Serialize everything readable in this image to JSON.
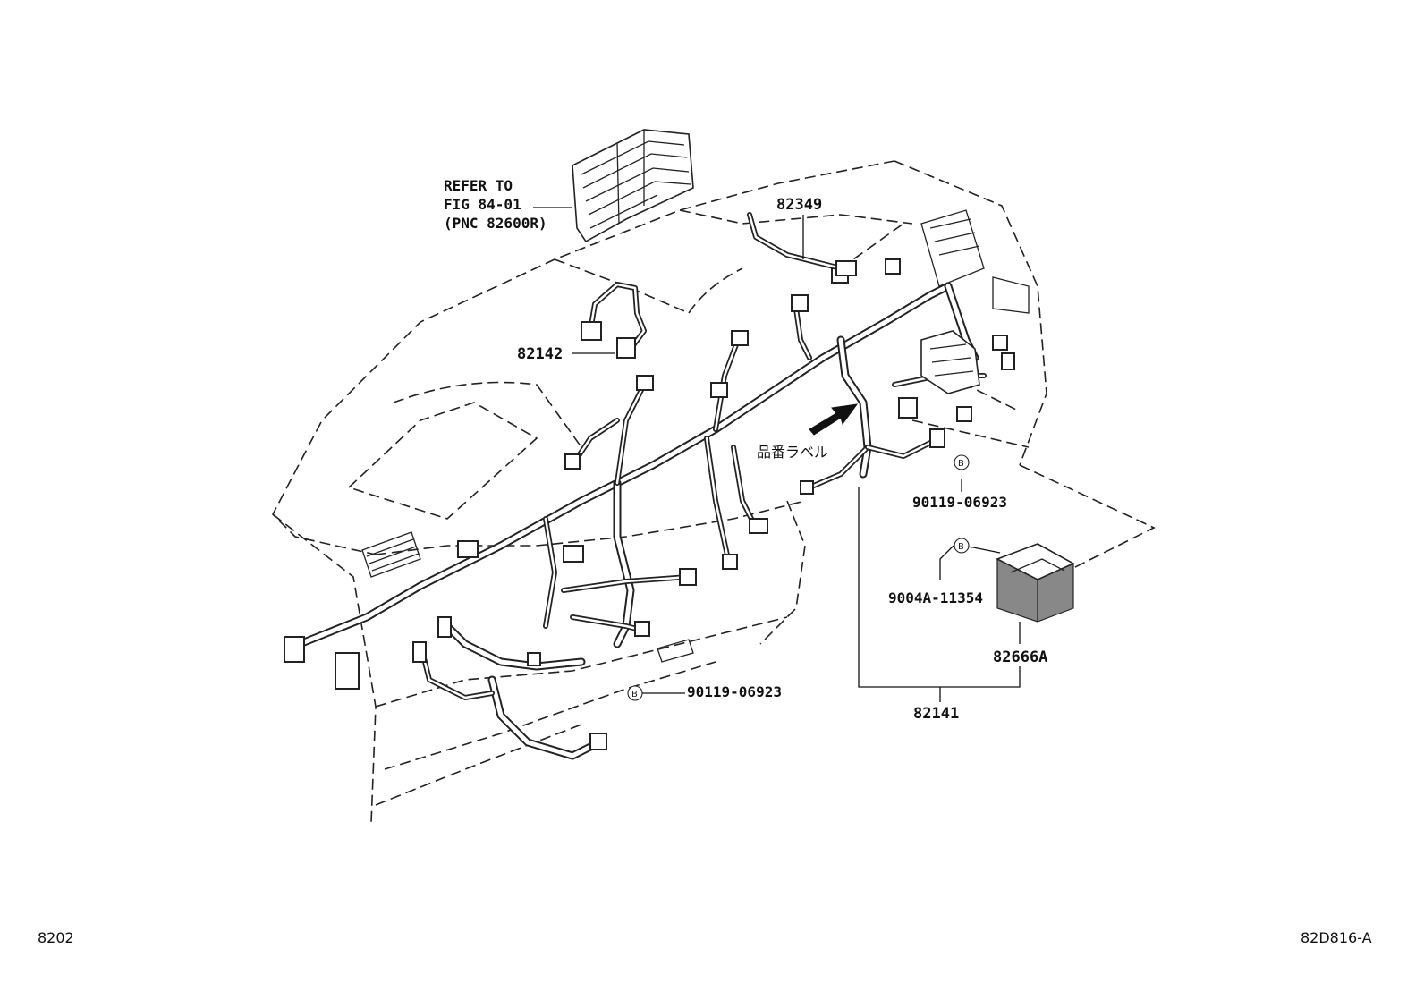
{
  "diagram": {
    "refer_note": {
      "line1": "REFER TO",
      "line2": "FIG 84-01",
      "line3": "(PNC 82600R)"
    },
    "callouts": {
      "c82349": "82349",
      "c82142": "82142",
      "c82141": "82141",
      "c82666A": "82666A",
      "c90119_right": "90119-06923",
      "c90119_bottom": "90119-06923",
      "c9004A": "9004A-11354"
    },
    "part_label_jp": "品番ラベル",
    "bolt_symbol": "B",
    "footer_left": "8202",
    "footer_right": "82D816-A"
  }
}
